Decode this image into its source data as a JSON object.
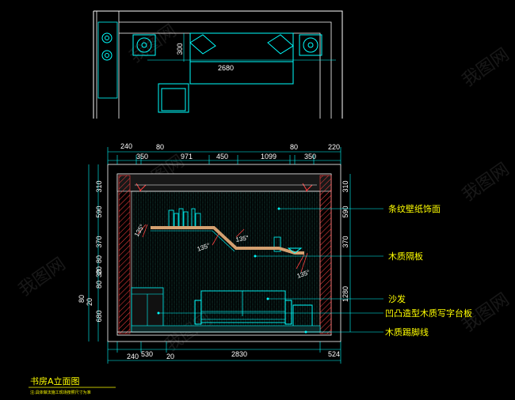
{
  "drawing": {
    "title": "书房A立面图",
    "subtitle": "注:具体做法施工现场按照尺寸为准",
    "watermark": "我图网"
  },
  "plan_view": {
    "dims": {
      "depth": "300",
      "width": "2680"
    }
  },
  "elevation": {
    "top_dims": [
      "240",
      "350",
      "80",
      "971",
      "450",
      "1099",
      "80",
      "350",
      "220"
    ],
    "left_dims": [
      "310",
      "590",
      "370",
      "80",
      "20",
      "80",
      "30",
      "20",
      "80",
      "680"
    ],
    "right_dims": [
      "310",
      "590",
      "370",
      "1280"
    ],
    "bottom_dims": [
      "240",
      "530",
      "20",
      "2830",
      "524"
    ],
    "angles": [
      "135°",
      "135°",
      "135°",
      "135°"
    ],
    "callouts": [
      "条纹壁纸饰面",
      "木质隔板",
      "沙发",
      "凹凸造型木质写字台板",
      "木质踢脚线"
    ]
  },
  "colors": {
    "background": "#000000",
    "dimension": "#00ffff",
    "text": "#ffff00",
    "wall": "#ffffff",
    "furniture": "#00ffff",
    "hatch": "#ff0000",
    "shelf_fill": "#d4a070"
  }
}
